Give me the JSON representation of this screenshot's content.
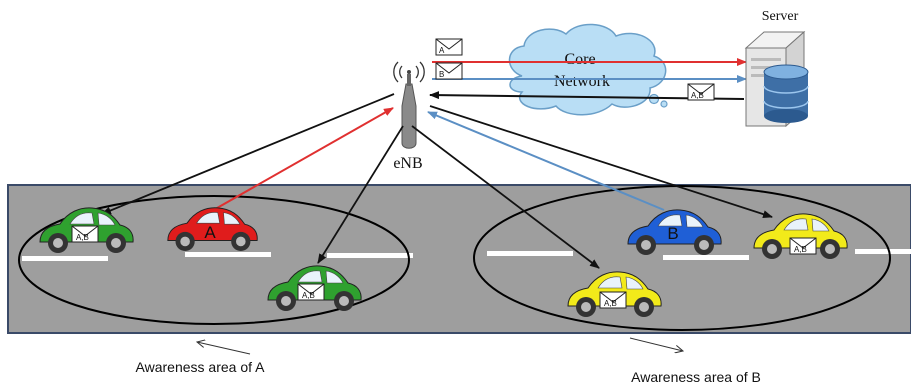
{
  "labels": {
    "server": "Server",
    "core_network_line1": "Core",
    "core_network_line2": "Network",
    "enb": "eNB",
    "awareness_a": "Awareness  area of A",
    "awareness_b": "Awareness  area of B"
  },
  "messages": {
    "to_server_a": "A",
    "to_server_b": "B",
    "from_server": "A,B",
    "car_green_left": "A,B",
    "car_green_mid": "A,B",
    "car_yellow_mid": "A,B",
    "car_yellow_right": "A,B"
  },
  "cars": {
    "sender_a_label": "A",
    "sender_b_label": "B"
  },
  "colors": {
    "road": "#9e9e9e",
    "uplink_a": "#e03030",
    "uplink_b": "#5b8fc4",
    "downlink": "#111111",
    "car_red": "#e01c1c",
    "car_green": "#2fa12f",
    "car_blue": "#1f5fd6",
    "car_yellow": "#f2ea1a",
    "cloud": "#b9def5"
  }
}
